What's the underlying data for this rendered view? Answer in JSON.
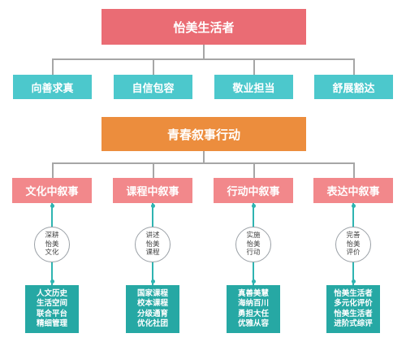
{
  "root": {
    "label": "怡美生活者"
  },
  "values": [
    "向善求真",
    "自信包容",
    "敬业担当",
    "舒展豁达"
  ],
  "action": {
    "label": "青春叙事行动"
  },
  "branches": [
    {
      "label": "文化中叙事",
      "circle": [
        "深耕",
        "怡美",
        "文化"
      ],
      "items": [
        "人文历史",
        "生活空间",
        "联合平台",
        "精细管理"
      ]
    },
    {
      "label": "课程中叙事",
      "circle": [
        "讲述",
        "怡美",
        "课程"
      ],
      "items": [
        "国家课程",
        "校本课程",
        "分级通育",
        "优化社团"
      ]
    },
    {
      "label": "行动中叙事",
      "circle": [
        "实施",
        "怡美",
        "行动"
      ],
      "items": [
        "真善美慧",
        "海纳百川",
        "勇担大任",
        "优雅从容"
      ]
    },
    {
      "label": "表达中叙事",
      "circle": [
        "完善",
        "怡美",
        "评价"
      ],
      "items": [
        "怡美生活者",
        "多元化评价",
        "怡美生活者",
        "进阶式综评"
      ]
    }
  ]
}
